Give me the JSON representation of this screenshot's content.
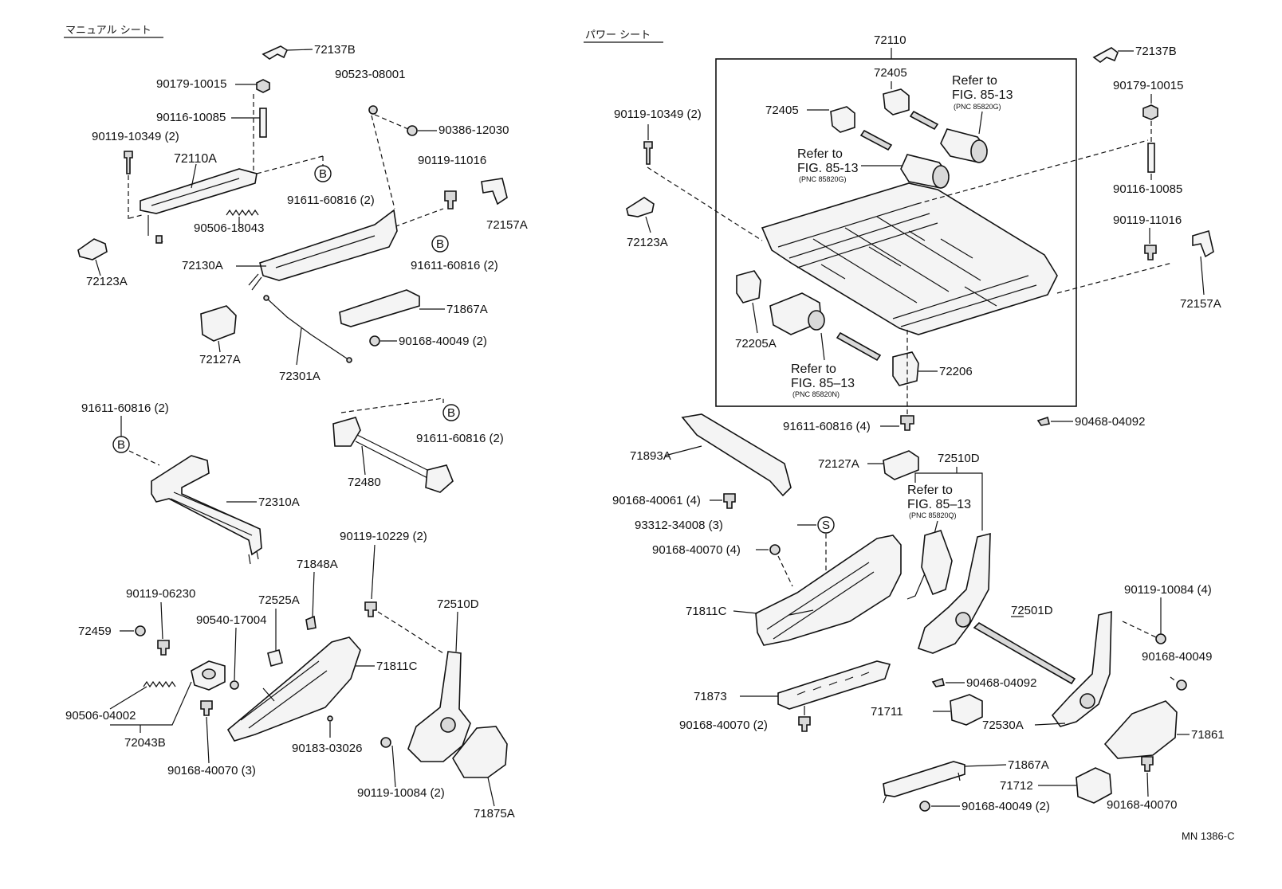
{
  "headers": {
    "manual_seat": "マニュアル シート",
    "power_seat": "パワー シート"
  },
  "footer_code": "MN 1386-C",
  "manual_labels": {
    "l72137B": "72137B",
    "l90179_10015": "90179-10015",
    "l90523_08001": "90523-08001",
    "l90116_10085": "90116-10085",
    "l90386_12030": "90386-12030",
    "l90119_10349": "90119-10349 (2)",
    "l72110A": "72110A",
    "l90119_11016": "90119-11016",
    "l91611_60816_a": "91611-60816 (2)",
    "l90506_18043": "90506-18043",
    "l72157A": "72157A",
    "l72123A": "72123A",
    "l72130A": "72130A",
    "l91611_60816_b": "91611-60816 (2)",
    "l71867A": "71867A",
    "l90168_40049": "90168-40049 (2)",
    "l72127A": "72127A",
    "l72301A": "72301A",
    "l91611_60816_c": "91611-60816 (2)",
    "l91611_60816_d": "91611-60816 (2)",
    "l72480": "72480",
    "l72310A": "72310A",
    "l90119_10229": "90119-10229 (2)",
    "l71848A": "71848A",
    "l90119_06230": "90119-06230",
    "l72525A": "72525A",
    "l72510D": "72510D",
    "l72459": "72459",
    "l90540_17004": "90540-17004",
    "l71811C": "71811C",
    "l90506_04002": "90506-04002",
    "l72043B": "72043B",
    "l90183_03026": "90183-03026",
    "l90168_40070": "90168-40070 (3)",
    "l90119_10084": "90119-10084 (2)",
    "l71875A": "71875A",
    "circle_b": "B"
  },
  "power_labels": {
    "l72110": "72110",
    "l72137B": "72137B",
    "l72405_a": "72405",
    "l72405_b": "72405",
    "ref_top_1": "Refer to",
    "ref_top_2": "FIG. 85-13",
    "ref_top_pnc": "(PNC 85820G)",
    "ref_mid_1": "Refer to",
    "ref_mid_2": "FIG. 85-13",
    "ref_mid_pnc": "(PNC 85820G)",
    "ref_low_1": "Refer to",
    "ref_low_2": "FIG. 85–13",
    "ref_low_pnc": "(PNC 85820N)",
    "ref_arm_1": "Refer to",
    "ref_arm_2": "FIG. 85–13",
    "ref_arm_pnc": "(PNC 85820Q)",
    "l90119_10349": "90119-10349 (2)",
    "l90179_10015": "90179-10015",
    "l90116_10085": "90116-10085",
    "l72123A": "72123A",
    "l90119_11016": "90119-11016",
    "l72157A": "72157A",
    "l72205A": "72205A",
    "l72206": "72206",
    "l91611_60816": "91611-60816 (4)",
    "l90468_04092_a": "90468-04092",
    "l71893A": "71893A",
    "l72127A": "72127A",
    "l72510D": "72510D",
    "l90168_40061": "90168-40061 (4)",
    "l93312_34008": "93312-34008 (3)",
    "circle_s": "S",
    "l90168_40070_a": "90168-40070 (4)",
    "l71811C": "71811C",
    "l72501D": "72501D",
    "l90119_10084": "90119-10084 (4)",
    "l90168_40049_a": "90168-40049",
    "l71873": "71873",
    "l90468_04092_b": "90468-04092",
    "l71711": "71711",
    "l90168_40070_b": "90168-40070 (2)",
    "l72530A": "72530A",
    "l71861": "71861",
    "l71867A": "71867A",
    "l71712": "71712",
    "l90168_40049_b": "90168-40049 (2)",
    "l90168_40070_c": "90168-40070"
  }
}
